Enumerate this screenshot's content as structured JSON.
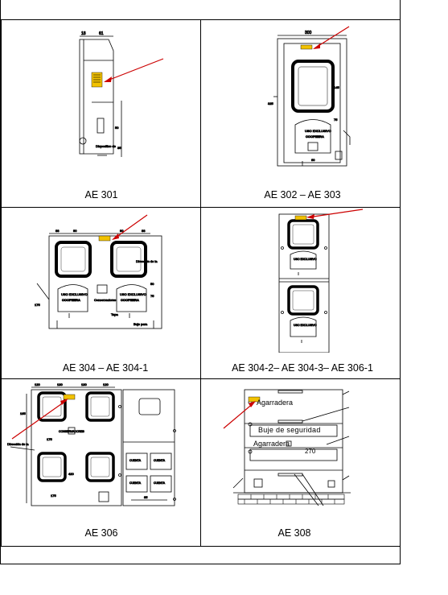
{
  "captions": {
    "c1": "AE 301",
    "c2": "AE 302 – AE 303",
    "c3": "AE 304 – AE 304-1",
    "c4": "AE 304-2– AE 304-3– AE 306-1",
    "c5": "AE 306",
    "c6": "AE 308"
  },
  "labels": {
    "medidor": "USO EXCLUSIVO",
    "cooperativa": "COOPEERA",
    "agarradera_1": "Agarradera",
    "buje": "Buje de seguridad",
    "agarradera_2": "Agarradera",
    "dim_270": "270"
  },
  "colors": {
    "arrow": "#cc0000",
    "label_tag": "#f2c200",
    "line": "#000000"
  }
}
